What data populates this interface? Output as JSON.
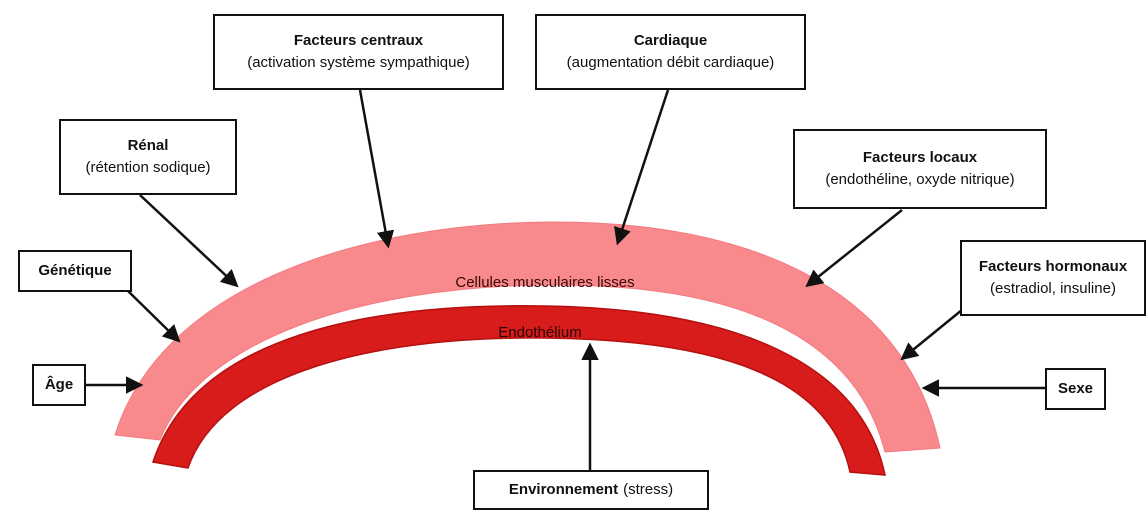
{
  "boxes": {
    "facteurs_centraux": {
      "title": "Facteurs centraux",
      "subtitle": "(activation système sympathique)"
    },
    "cardiaque": {
      "title": "Cardiaque",
      "subtitle": "(augmentation débit cardiaque)"
    },
    "renal": {
      "title": "Rénal",
      "subtitle": "(rétention sodique)"
    },
    "facteurs_locaux": {
      "title": "Facteurs locaux",
      "subtitle": "(endothéline, oxyde nitrique)"
    },
    "genetique": {
      "title": "Génétique"
    },
    "facteurs_hormonaux": {
      "title": "Facteurs hormonaux",
      "subtitle": "(estradiol, insuline)"
    },
    "age": {
      "title": "Âge"
    },
    "sexe": {
      "title": "Sexe"
    },
    "environnement": {
      "title": "Environnement",
      "subtitle": "(stress)"
    }
  },
  "layers": {
    "muscle": "Cellules musculaires lisses",
    "endothelium": "Endothélium"
  },
  "colors": {
    "muscle_layer": "#f88a8e",
    "endothelium_layer": "#d81b1b",
    "endothelium_edge": "#b51010",
    "arrow": "#111111"
  }
}
